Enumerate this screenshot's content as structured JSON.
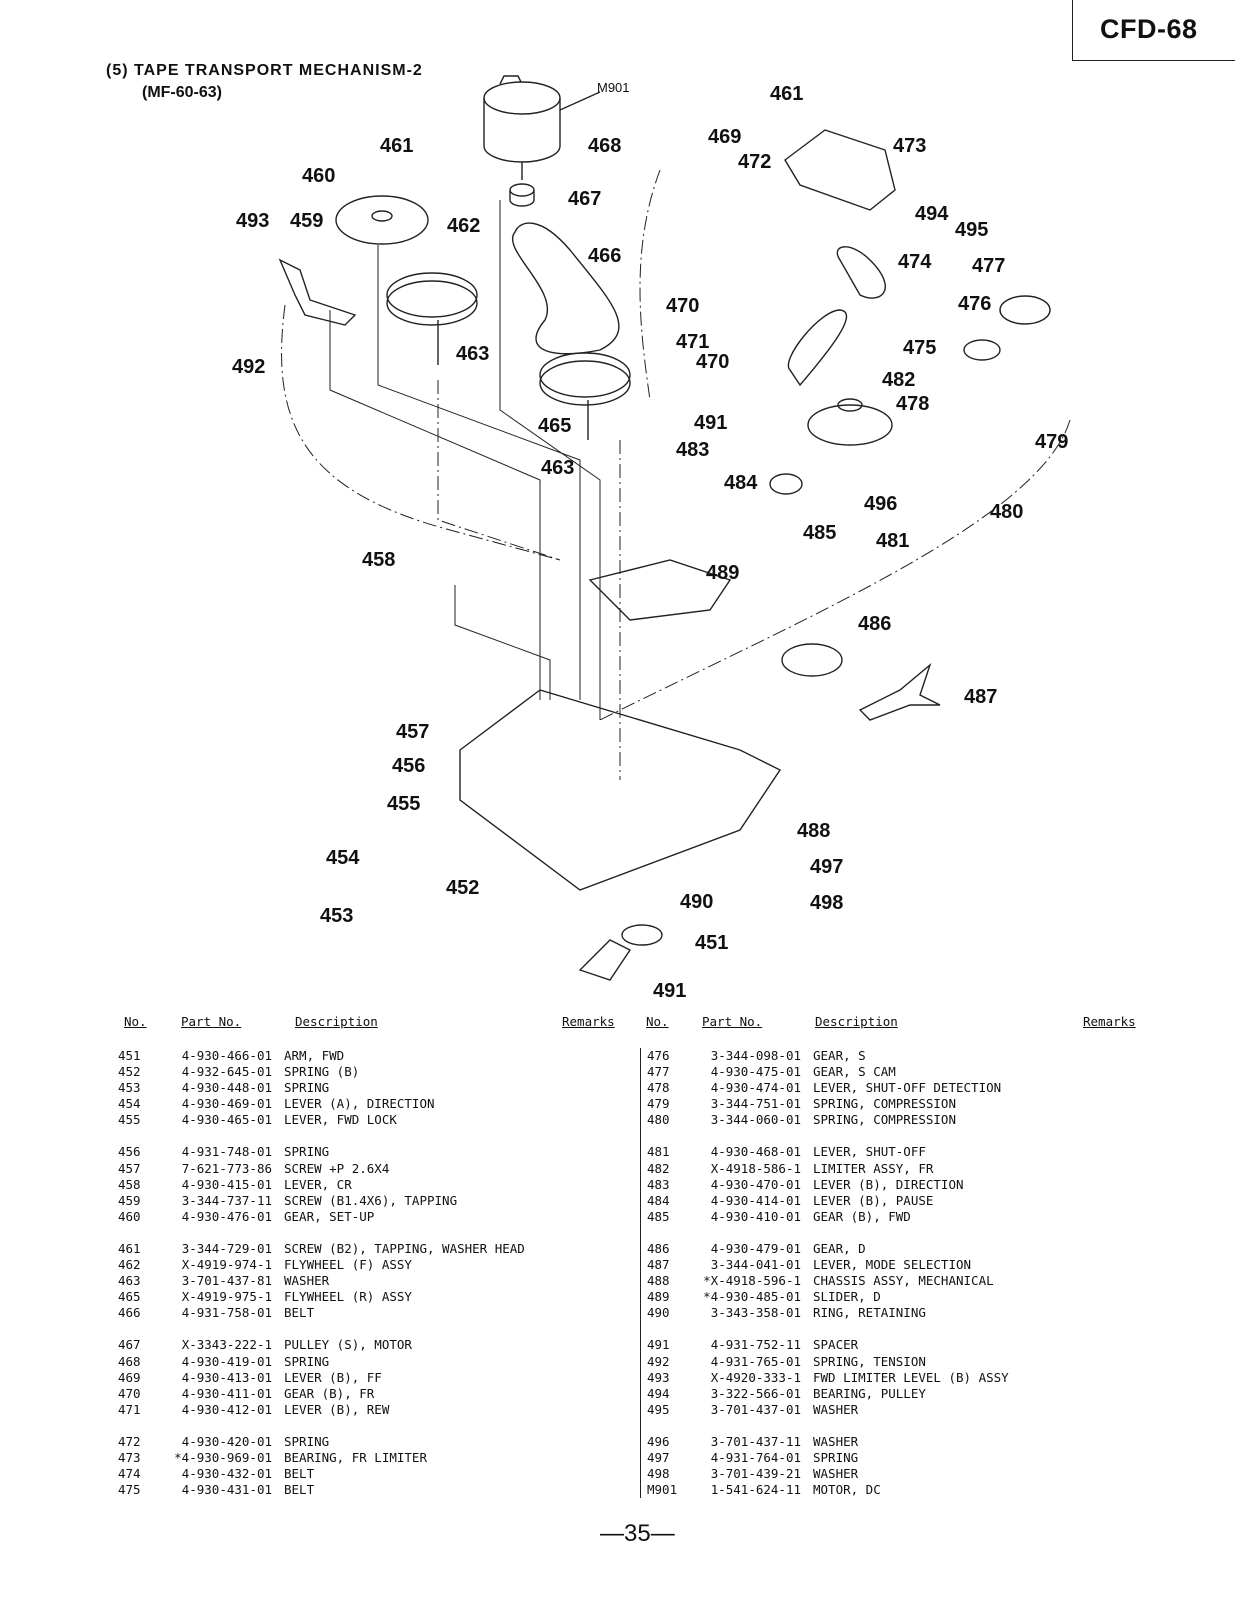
{
  "header": {
    "model": "CFD-68",
    "section_title": "(5) TAPE TRANSPORT MECHANISM-2",
    "section_subtitle": "(MF-60-63)"
  },
  "diagram": {
    "callouts": [
      "M901",
      "461",
      "460",
      "459",
      "493",
      "462",
      "467",
      "466",
      "468",
      "469",
      "472",
      "473",
      "494",
      "495",
      "474",
      "477",
      "476",
      "470",
      "471",
      "475",
      "482",
      "478",
      "479",
      "480",
      "481",
      "496",
      "485",
      "484",
      "483",
      "491",
      "463",
      "465",
      "492",
      "458",
      "489",
      "486",
      "487",
      "457",
      "456",
      "455",
      "454",
      "453",
      "452",
      "488",
      "497",
      "498",
      "490",
      "451"
    ]
  },
  "table": {
    "headers": {
      "no": "No.",
      "part_no": "Part No.",
      "description": "Description",
      "remarks": "Remarks"
    },
    "left": [
      [
        {
          "no": "451",
          "part": "4-930-466-01",
          "desc": "ARM, FWD"
        },
        {
          "no": "452",
          "part": "4-932-645-01",
          "desc": "SPRING (B)"
        },
        {
          "no": "453",
          "part": "4-930-448-01",
          "desc": "SPRING"
        },
        {
          "no": "454",
          "part": "4-930-469-01",
          "desc": "LEVER (A), DIRECTION"
        },
        {
          "no": "455",
          "part": "4-930-465-01",
          "desc": "LEVER, FWD LOCK"
        }
      ],
      [
        {
          "no": "456",
          "part": "4-931-748-01",
          "desc": "SPRING"
        },
        {
          "no": "457",
          "part": "7-621-773-86",
          "desc": "SCREW +P 2.6X4"
        },
        {
          "no": "458",
          "part": "4-930-415-01",
          "desc": "LEVER, CR"
        },
        {
          "no": "459",
          "part": "3-344-737-11",
          "desc": "SCREW (B1.4X6), TAPPING"
        },
        {
          "no": "460",
          "part": "4-930-476-01",
          "desc": "GEAR, SET-UP"
        }
      ],
      [
        {
          "no": "461",
          "part": "3-344-729-01",
          "desc": "SCREW (B2), TAPPING, WASHER HEAD"
        },
        {
          "no": "462",
          "part": "X-4919-974-1",
          "desc": "FLYWHEEL (F) ASSY"
        },
        {
          "no": "463",
          "part": "3-701-437-81",
          "desc": "WASHER"
        },
        {
          "no": "465",
          "part": "X-4919-975-1",
          "desc": "FLYWHEEL (R) ASSY"
        },
        {
          "no": "466",
          "part": "4-931-758-01",
          "desc": "BELT"
        }
      ],
      [
        {
          "no": "467",
          "part": "X-3343-222-1",
          "desc": "PULLEY (S), MOTOR"
        },
        {
          "no": "468",
          "part": "4-930-419-01",
          "desc": "SPRING"
        },
        {
          "no": "469",
          "part": "4-930-413-01",
          "desc": "LEVER (B), FF"
        },
        {
          "no": "470",
          "part": "4-930-411-01",
          "desc": "GEAR (B), FR"
        },
        {
          "no": "471",
          "part": "4-930-412-01",
          "desc": "LEVER (B), REW"
        }
      ],
      [
        {
          "no": "472",
          "part": "4-930-420-01",
          "desc": "SPRING"
        },
        {
          "no": "473",
          "part": "*4-930-969-01",
          "desc": "BEARING, FR LIMITER"
        },
        {
          "no": "474",
          "part": "4-930-432-01",
          "desc": "BELT"
        },
        {
          "no": "475",
          "part": "4-930-431-01",
          "desc": "BELT"
        }
      ]
    ],
    "right": [
      [
        {
          "no": "476",
          "part": "3-344-098-01",
          "desc": "GEAR, S"
        },
        {
          "no": "477",
          "part": "4-930-475-01",
          "desc": "GEAR, S CAM"
        },
        {
          "no": "478",
          "part": "4-930-474-01",
          "desc": "LEVER, SHUT-OFF DETECTION"
        },
        {
          "no": "479",
          "part": "3-344-751-01",
          "desc": "SPRING, COMPRESSION"
        },
        {
          "no": "480",
          "part": "3-344-060-01",
          "desc": "SPRING, COMPRESSION"
        }
      ],
      [
        {
          "no": "481",
          "part": "4-930-468-01",
          "desc": "LEVER, SHUT-OFF"
        },
        {
          "no": "482",
          "part": "X-4918-586-1",
          "desc": "LIMITER ASSY, FR"
        },
        {
          "no": "483",
          "part": "4-930-470-01",
          "desc": "LEVER (B), DIRECTION"
        },
        {
          "no": "484",
          "part": "4-930-414-01",
          "desc": "LEVER (B), PAUSE"
        },
        {
          "no": "485",
          "part": "4-930-410-01",
          "desc": "GEAR (B), FWD"
        }
      ],
      [
        {
          "no": "486",
          "part": "4-930-479-01",
          "desc": "GEAR, D"
        },
        {
          "no": "487",
          "part": "3-344-041-01",
          "desc": "LEVER, MODE SELECTION"
        },
        {
          "no": "488",
          "part": "*X-4918-596-1",
          "desc": "CHASSIS ASSY, MECHANICAL"
        },
        {
          "no": "489",
          "part": "*4-930-485-01",
          "desc": "SLIDER, D"
        },
        {
          "no": "490",
          "part": "3-343-358-01",
          "desc": "RING, RETAINING"
        }
      ],
      [
        {
          "no": "491",
          "part": "4-931-752-11",
          "desc": "SPACER"
        },
        {
          "no": "492",
          "part": "4-931-765-01",
          "desc": "SPRING, TENSION"
        },
        {
          "no": "493",
          "part": "X-4920-333-1",
          "desc": "FWD LIMITER LEVEL (B) ASSY"
        },
        {
          "no": "494",
          "part": "3-322-566-01",
          "desc": "BEARING, PULLEY"
        },
        {
          "no": "495",
          "part": "3-701-437-01",
          "desc": "WASHER"
        }
      ],
      [
        {
          "no": "496",
          "part": "3-701-437-11",
          "desc": "WASHER"
        },
        {
          "no": "497",
          "part": "4-931-764-01",
          "desc": "SPRING"
        },
        {
          "no": "498",
          "part": "3-701-439-21",
          "desc": "WASHER"
        },
        {
          "no": "M901",
          "part": "1-541-624-11",
          "desc": "MOTOR, DC"
        }
      ]
    ]
  },
  "footer": {
    "page_number": "—35—"
  }
}
